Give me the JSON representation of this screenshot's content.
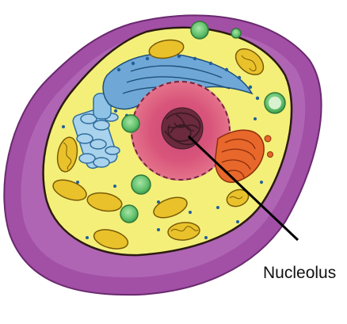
{
  "diagram": {
    "callout_label": "Nucleolus",
    "colors": {
      "membrane_outer": "#a24fa6",
      "membrane_highlight": "#c98fcc",
      "cytoplasm": "#f4ef79",
      "nuclear_envelope": "#d9456a",
      "nucleoplasm": "#e26a86",
      "nucleolus": "#3b1a25",
      "er_rough": "#6fa8d6",
      "er_smooth": "#a9d2ec",
      "mitochondria": "#e9c22b",
      "golgi": "#e8672a",
      "vesicles": "#5fbf6b",
      "ribosome_dots": "#1f5f9a",
      "leader_line": "#000000"
    },
    "icons": [
      "cell-membrane",
      "nucleus",
      "nucleolus",
      "endoplasmic-reticulum",
      "golgi-apparatus",
      "mitochondrion",
      "vesicle",
      "ribosome"
    ]
  }
}
